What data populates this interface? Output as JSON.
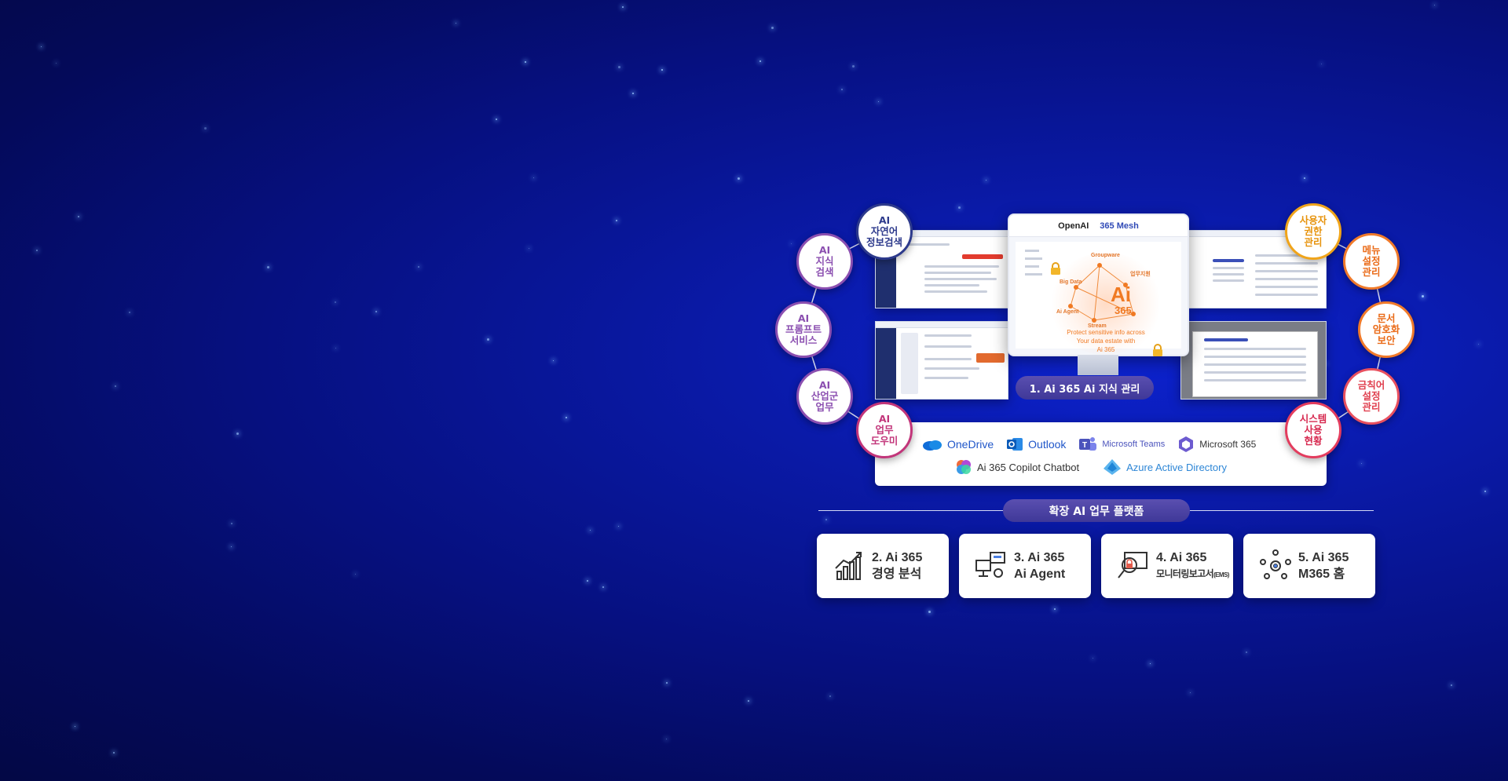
{
  "center": {
    "logo_openai": "OpenAI",
    "logo_mesh": "365 Mesh",
    "ai_big": "Ai",
    "ai_num": "365",
    "nodes": [
      "Groupware",
      "Big Data",
      "Ai Agent",
      "Stream",
      "업무지원"
    ],
    "tagline_1": "Protect sensitive info across",
    "tagline_2": "Your data estate with",
    "tagline_3": "Ai 365",
    "main_label": "1. Ai 365 Ai 지식 관리"
  },
  "left_circles": [
    {
      "label": "AI\n자연어\n정보검색",
      "color": "#2d3a8c"
    },
    {
      "label": "AI\n지식\n검색",
      "color": "#8b4fb0"
    },
    {
      "label": "AI\n프롬프트\n서비스",
      "color": "#8b4fb0"
    },
    {
      "label": "AI\n산업군\n업무",
      "color": "#8b4fb0"
    },
    {
      "label": "AI\n업무\n도우미",
      "color": "#c2357a"
    }
  ],
  "right_circles": [
    {
      "label": "사용자\n권한\n관리",
      "color": "#f0a41a"
    },
    {
      "label": "메뉴\n설정\n관리",
      "color": "#f07a2a"
    },
    {
      "label": "문서\n암호화\n보안",
      "color": "#f07a2a"
    },
    {
      "label": "금칙어\n설정\n관리",
      "color": "#e8505f"
    },
    {
      "label": "시스템\n사용\n현황",
      "color": "#e33c5e"
    }
  ],
  "integrations": {
    "onedrive": "OneDrive",
    "outlook": "Outlook",
    "teams": "Microsoft Teams",
    "m365": "Microsoft 365",
    "copilot": "Ai 365 Copilot Chatbot",
    "azure": "Azure Active Directory"
  },
  "extension_label": "확장 AI 업무 플랫폼",
  "cards": [
    {
      "line1": "2. Ai 365",
      "line2": "경영 분석",
      "icon": "growth-chart-icon"
    },
    {
      "line1": "3. Ai 365",
      "line2": "Ai Agent",
      "icon": "network-devices-icon"
    },
    {
      "line1": "4. Ai 365",
      "line2": "모니터링보고서",
      "line2_small": "(EMS)",
      "icon": "security-monitor-icon"
    },
    {
      "line1": "5. Ai 365",
      "line2": "M365 홈",
      "icon": "team-gear-icon"
    }
  ]
}
